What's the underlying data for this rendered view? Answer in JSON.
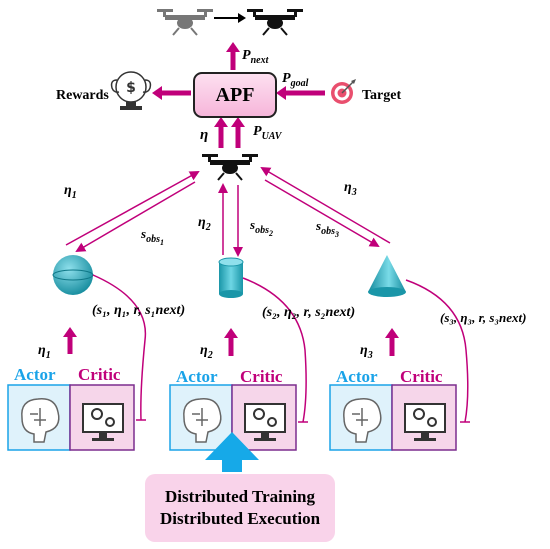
{
  "apf_label": "APF",
  "rewards_label": "Rewards",
  "target_label": "Target",
  "p_next": "P",
  "p_next_sub": "next",
  "p_goal": "P",
  "p_goal_sub": "goal",
  "p_uav": "P",
  "p_uav_sub": "UAV",
  "eta": "η",
  "eta1": "η",
  "eta1_sub": "1",
  "eta2": "η",
  "eta2_sub": "2",
  "eta3": "η",
  "eta3_sub": "3",
  "s_obs": "s",
  "obs1_sub": "obs",
  "obs1_subsub": "1",
  "obs2_sub": "obs",
  "obs2_subsub": "2",
  "obs3_sub": "obs",
  "obs3_subsub": "3",
  "tuple1": "(s₁, η₁, r, s₁next)",
  "tuple2": "(s₂, η₂, r, s₂next)",
  "tuple3": "(s₃, η₃, r, s₃next)",
  "agents": [
    {
      "actor": "Actor",
      "critic": "Critic",
      "eta": "η",
      "eta_sub": "1"
    },
    {
      "actor": "Actor",
      "critic": "Critic",
      "eta": "η",
      "eta_sub": "2"
    },
    {
      "actor": "Actor",
      "critic": "Critic",
      "eta": "η",
      "eta_sub": "3"
    }
  ],
  "bottom_line1": "Distributed Training",
  "bottom_line2": "Distributed Execution",
  "colors": {
    "magenta": "#c0007a",
    "cyan": "#1aa3e8",
    "actor_bg": "#dff2fb",
    "critic_bg": "#f6d6ea",
    "obstacle": "#27a6b8"
  }
}
